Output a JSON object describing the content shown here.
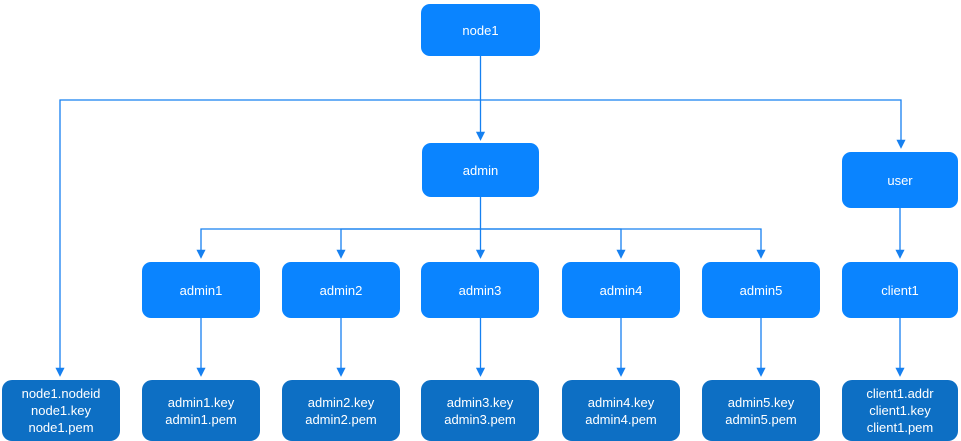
{
  "colors": {
    "node_fill": "#0a84ff",
    "file_node_fill": "#0d6fc4",
    "connector": "#1680f0",
    "node_text": "#ffffff",
    "background": "#ffffff"
  },
  "nodes": {
    "node1": {
      "label": "node1"
    },
    "admin": {
      "label": "admin"
    },
    "user": {
      "label": "user"
    },
    "admin1": {
      "label": "admin1"
    },
    "admin2": {
      "label": "admin2"
    },
    "admin3": {
      "label": "admin3"
    },
    "admin4": {
      "label": "admin4"
    },
    "admin5": {
      "label": "admin5"
    },
    "client1": {
      "label": "client1"
    }
  },
  "files": {
    "node1_files": {
      "lines": [
        "node1.nodeid",
        "node1.key",
        "node1.pem"
      ]
    },
    "admin1_files": {
      "lines": [
        "admin1.key",
        "admin1.pem"
      ]
    },
    "admin2_files": {
      "lines": [
        "admin2.key",
        "admin2.pem"
      ]
    },
    "admin3_files": {
      "lines": [
        "admin3.key",
        "admin3.pem"
      ]
    },
    "admin4_files": {
      "lines": [
        "admin4.key",
        "admin4.pem"
      ]
    },
    "admin5_files": {
      "lines": [
        "admin5.key",
        "admin5.pem"
      ]
    },
    "client1_files": {
      "lines": [
        "client1.addr",
        "client1.key",
        "client1.pem"
      ]
    }
  }
}
